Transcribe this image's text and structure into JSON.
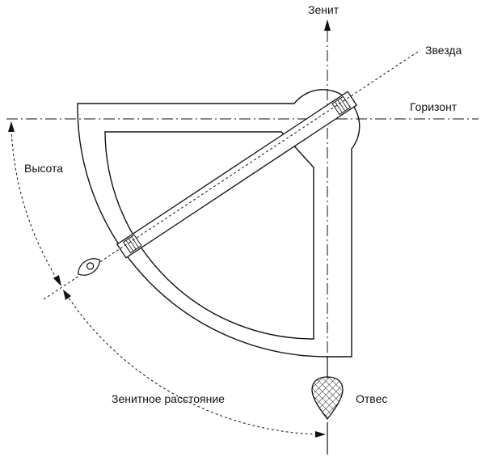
{
  "labels": {
    "zenith": "Зенит",
    "star": "Звезда",
    "horizon": "Горизонт",
    "altitude": "Высота",
    "zenith_distance": "Зенитное расстояние",
    "plumb": "Отвес"
  },
  "colors": {
    "stroke": "#111111",
    "background": "#ffffff"
  }
}
